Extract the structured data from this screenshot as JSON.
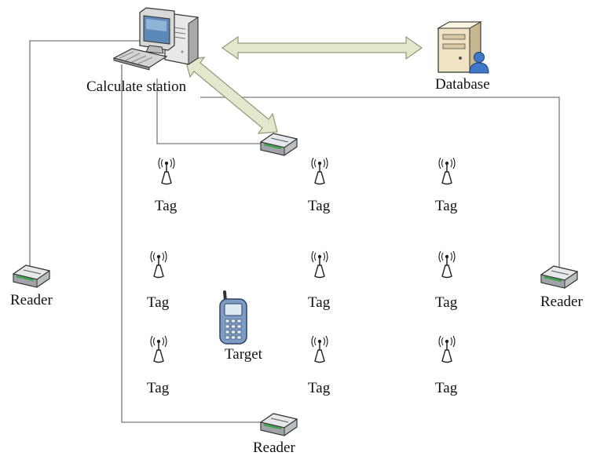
{
  "labels": {
    "station": "Calculate station",
    "database": "Database",
    "reader": "Reader",
    "tag": "Tag",
    "target": "Target"
  },
  "icons": [
    "computer-icon",
    "database-server-icon",
    "reader-device-icon",
    "tag-antenna-icon",
    "mobile-phone-icon"
  ],
  "colors": {
    "wire": "#7a7a7a",
    "arrow_fill": "#e3e8cc",
    "phone_body": "#7d9bc3"
  }
}
